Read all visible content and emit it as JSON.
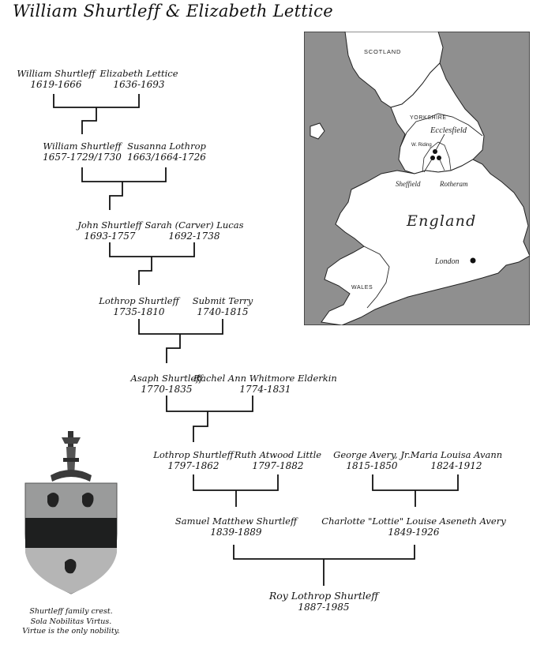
{
  "title": "William Shurtleff & Elizabeth Lettice",
  "people": {
    "william1": {
      "name": "William Shurtleff",
      "dates": "1619-1666"
    },
    "elizabeth": {
      "name": "Elizabeth Lettice",
      "dates": "1636-1693"
    },
    "william2": {
      "name": "William Shurtleff",
      "dates": "1657-1729/1730"
    },
    "susanna": {
      "name": "Susanna Lothrop",
      "dates": "1663/1664-1726"
    },
    "john": {
      "name": "John Shurtleff",
      "dates": "1693-1757"
    },
    "sarah": {
      "name": "Sarah (Carver) Lucas",
      "dates": "1692-1738"
    },
    "lothrop1": {
      "name": "Lothrop Shurtleff",
      "dates": "1735-1810"
    },
    "submit": {
      "name": "Submit Terry",
      "dates": "1740-1815"
    },
    "asaph": {
      "name": "Asaph Shurtleff",
      "dates": "1770-1835"
    },
    "rachel": {
      "name": "Rachel Ann Whitmore Elderkin",
      "dates": "1774-1831"
    },
    "lothrop2": {
      "name": "Lothrop Shurtleff",
      "dates": "1797-1862"
    },
    "ruth": {
      "name": "Ruth Atwood Little",
      "dates": "1797-1882"
    },
    "george": {
      "name": "George Avery, Jr.",
      "dates": "1815-1850"
    },
    "maria": {
      "name": "Maria Louisa Avann",
      "dates": "1824-1912"
    },
    "samuel": {
      "name": "Samuel Matthew Shurtleff",
      "dates": "1839-1889"
    },
    "charlotte": {
      "name": "Charlotte \"Lottie\" Louise Aseneth Avery",
      "dates": "1849-1926"
    },
    "roy": {
      "name": "Roy Lothrop Shurtleff",
      "dates": "1887-1985"
    }
  },
  "map": {
    "scotland": "SCOTLAND",
    "yorkshire": "YORKSHIRE",
    "ecclesfield": "Ecclesfield",
    "w_riding": "W. Riding",
    "sheffield": "Sheffield",
    "rotheram": "Rotheram",
    "england": "England",
    "london": "London",
    "wales": "WALES"
  },
  "crest_caption": {
    "line1": "Shurtleff family crest.",
    "line2": "Sola Nobilitas Virtus.",
    "line3": "Virtue is the only nobility."
  },
  "colors": {
    "sea": "#8f8f8f",
    "land": "#ffffff",
    "shield_top": "#9a9b9b",
    "shield_band": "#1e1f1f",
    "shield_bottom": "#b5b5b5"
  }
}
